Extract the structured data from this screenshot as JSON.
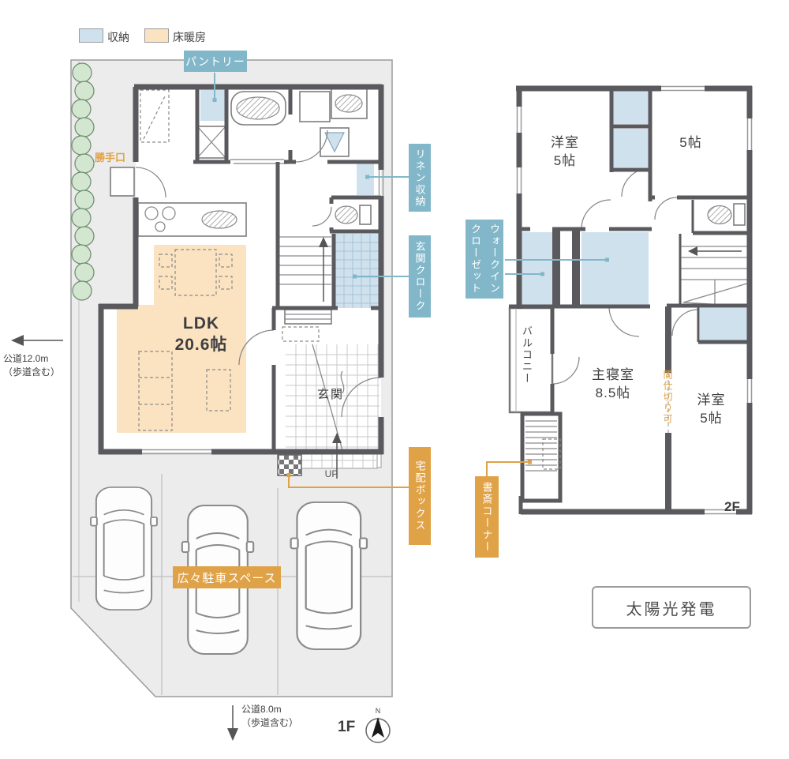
{
  "colors": {
    "storage": "#cfe1ed",
    "floor-heating": "#fbe3c1",
    "teal": "#82b7c9",
    "orange": "#e0a246",
    "wall": "#5a5a5e",
    "site": "#ececec",
    "text-dark": "#3e3e40"
  },
  "legend": {
    "storage": "収納",
    "floor_heating": "床暖房"
  },
  "floor1": {
    "label": "1F",
    "compass_north": "N",
    "callout_pantry": "パントリー",
    "callout_back_door": "勝手口",
    "callout_linen": "リネン収納",
    "callout_entrance_cloak": "玄関クローク",
    "callout_delivery_box": "宅配ボックス",
    "callout_parking": "広々駐車スペース",
    "room_ldk": "LDK\n20.6帖",
    "room_entrance": "玄関",
    "stair_up": "UP",
    "road_west": "公道12.0m\n（歩道含む）",
    "road_south": "公道8.0m\n（歩道含む）"
  },
  "floor2": {
    "label": "2F",
    "room_nw": "洋室\n5帖",
    "room_ne": "5帖",
    "room_master": "主寝室\n8.5帖",
    "room_se": "洋室\n5帖",
    "balcony": "バルコニー",
    "callout_wic": "ウォークイン\nクローゼット",
    "callout_partition": "間仕切り可",
    "callout_study": "書斎コーナー"
  },
  "badge_solar": "太陽光発電"
}
